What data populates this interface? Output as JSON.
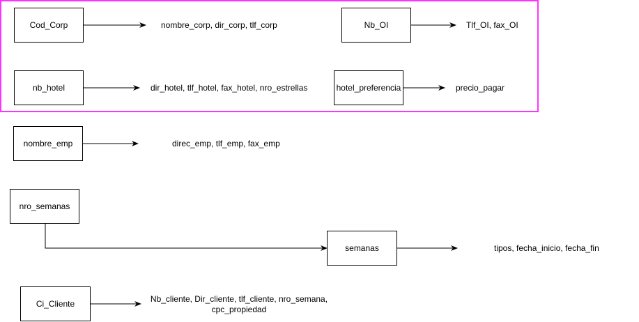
{
  "diagram": {
    "colors": {
      "group_border": "#ff33ff",
      "stroke": "#000000",
      "background": "#ffffff"
    },
    "nodes": {
      "cod_corp": "Cod_Corp",
      "nb_oi": "Nb_OI",
      "nb_hotel": "nb_hotel",
      "hotel_preferencia": "hotel_preferencia",
      "nombre_emp": "nombre_emp",
      "nro_semanas": "nro_semanas",
      "semanas": "semanas",
      "ci_cliente": "Ci_Cliente"
    },
    "attributes": {
      "cod_corp": "nombre_corp, dir_corp, tlf_corp",
      "nb_oi": "Tlf_OI, fax_OI",
      "nb_hotel": "dir_hotel, tlf_hotel, fax_hotel, nro_estrellas",
      "hotel_preferencia": "precio_pagar",
      "nombre_emp": "direc_emp, tlf_emp, fax_emp",
      "semanas": "tipos, fecha_inicio, fecha_fin",
      "ci_cliente_line1": "Nb_cliente, Dir_cliente, tlf_cliente, nro_semana,",
      "ci_cliente_line2": "cpc_propiedad"
    }
  }
}
